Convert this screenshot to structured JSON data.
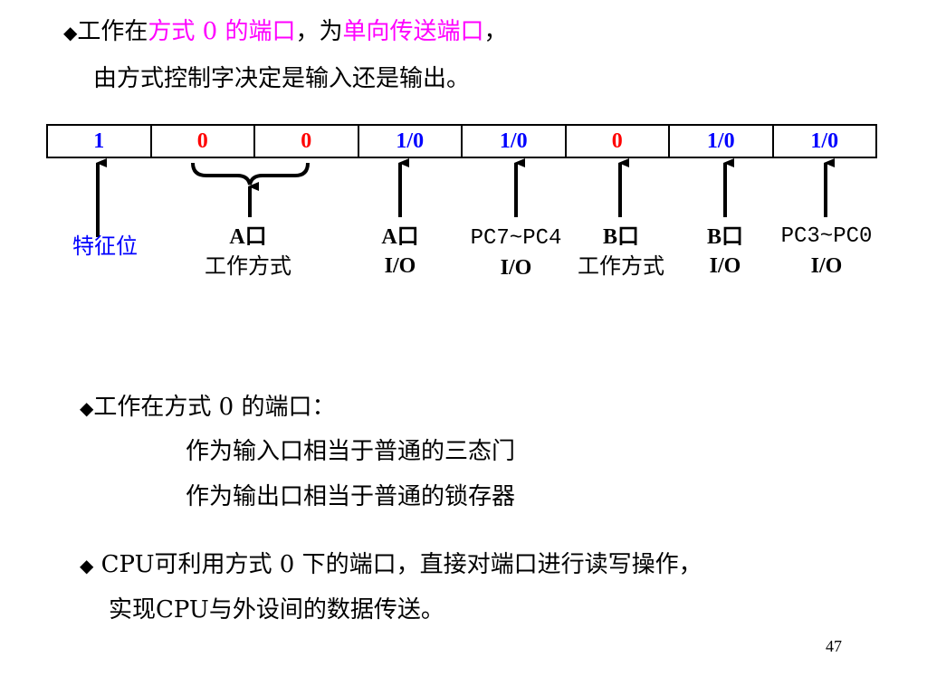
{
  "heading": {
    "bullet": "◆",
    "part1": "工作在",
    "highlight1": "方式 0 的端口",
    "part2": "，为",
    "highlight2": "单向传送端口",
    "part3": "，",
    "line2": "由方式控制字决定是输入还是输出。"
  },
  "register": {
    "bits": [
      {
        "value": "1",
        "color": "#0000ff"
      },
      {
        "value": "0",
        "color": "#ff0000"
      },
      {
        "value": "0",
        "color": "#ff0000"
      },
      {
        "value": "1/0",
        "color": "#0000ff"
      },
      {
        "value": "1/0",
        "color": "#0000ff"
      },
      {
        "value": "0",
        "color": "#ff0000"
      },
      {
        "value": "1/0",
        "color": "#0000ff"
      },
      {
        "value": "1/0",
        "color": "#0000ff"
      }
    ]
  },
  "labels": {
    "feature_bit": "特征位",
    "a_mode_l1": "A口",
    "a_mode_l2": "工作方式",
    "a_io_l1": "A口",
    "a_io_l2": "I/O",
    "pc_upper_l1": "PC7~PC4",
    "pc_upper_l2": "I/O",
    "b_mode_l1": "B口",
    "b_mode_l2": "工作方式",
    "b_io_l1": "B口",
    "b_io_l2": "I/O",
    "pc_lower_l1": "PC3~PC0",
    "pc_lower_l2": "I/O"
  },
  "colors": {
    "feature_label": "#0000ff",
    "highlight": "#ff00ff"
  },
  "section2": {
    "bullet": "◆",
    "title": "工作在方式 0 的端口：",
    "item1": "作为输入口相当于普通的三态门",
    "item2": "作为输出口相当于普通的锁存器"
  },
  "section3": {
    "bullet": "◆",
    "line1": " CPU可利用方式 0 下的端口，直接对端口进行读写操作，",
    "line2": "实现CPU与外设间的数据传送。"
  },
  "page_number": "47"
}
